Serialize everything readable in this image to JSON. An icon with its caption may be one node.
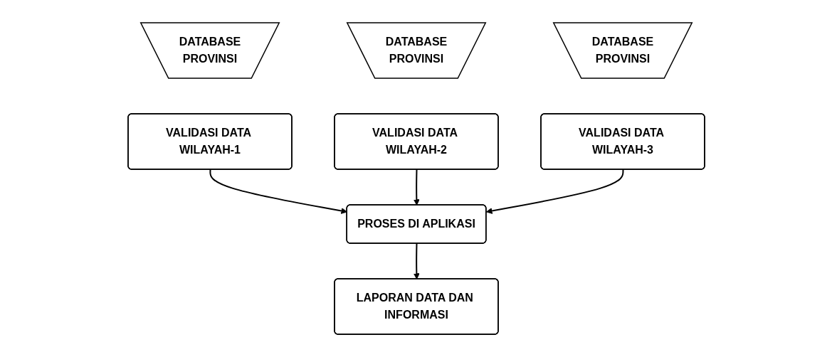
{
  "diagram": {
    "nodes": [
      {
        "text": [
          "DATABASE",
          "PROVINSI"
        ]
      },
      {
        "text": [
          "DATABASE",
          "PROVINSI"
        ]
      },
      {
        "text": [
          "DATABASE",
          "PROVINSI"
        ]
      },
      {
        "text": [
          "VALIDASI DATA WILAYAH-1"
        ]
      },
      {
        "text": [
          "VALIDASI DATA WILAYAH-2"
        ]
      },
      {
        "text": [
          "VALIDASI DATA WILAYAH-3"
        ]
      },
      {
        "text": [
          "PROSES DI APLIKASI"
        ]
      },
      {
        "text": [
          "LAPORAN DATA DAN INFORMASI"
        ]
      }
    ],
    "edges": [
      {
        "from": 3,
        "to": 6,
        "arrow": "to"
      },
      {
        "from": 4,
        "to": 6,
        "arrow": "to"
      },
      {
        "from": 5,
        "to": 6,
        "arrow": "to"
      },
      {
        "from": 6,
        "to": 7,
        "arrow": "to"
      }
    ]
  }
}
